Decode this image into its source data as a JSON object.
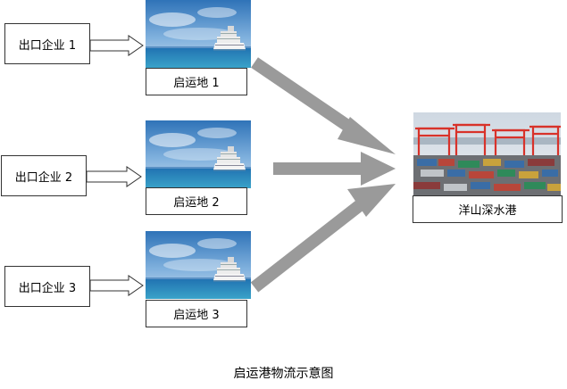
{
  "exporters": [
    "出口企业 1",
    "出口企业 2",
    "出口企业 3"
  ],
  "origins": [
    "启运地 1",
    "启运地 2",
    "启运地 3"
  ],
  "destination": "洋山深水港",
  "caption": "启运港物流示意图",
  "icons": {
    "origin_photo": "cruise-ship-photo",
    "destination_photo": "container-port-photo"
  },
  "colors": {
    "flow_arrow": "#9a9a9a",
    "box_border": "#333333"
  }
}
